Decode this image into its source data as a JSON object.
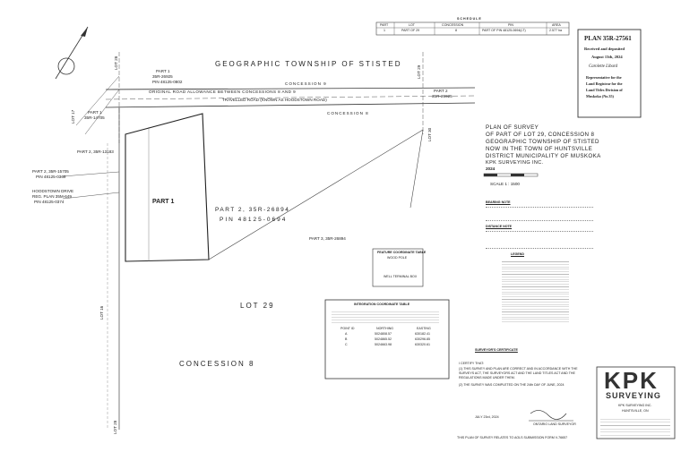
{
  "schedule": {
    "title": "SCHEDULE",
    "headers": [
      "PART",
      "LOT",
      "CONCESSION",
      "PIN",
      "AREA"
    ],
    "row": [
      "1",
      "PART OF 29",
      "8",
      "PART OF PIN 48125-0694(LT)",
      "2.577 ha"
    ]
  },
  "plan_box": {
    "plan_no": "PLAN 35R-27561",
    "received": "Received and deposited",
    "date": "August 13th, 2024",
    "signature": "Carolette Libard",
    "rep1": "Representative for the",
    "rep2": "Land Registrar for the",
    "rep3": "Land Titles Division of",
    "rep4": "Muskoka (No.35)"
  },
  "map": {
    "township": "GEOGRAPHIC   TOWNSHIP   OF   STISTED",
    "concession9": "CONCESSION  9",
    "road_allowance": "ORIGINAL    ROAD    ALLOWANCE    BETWEEN    CONCESSIONS    8    AND    9",
    "travelled_road": "TRAVELLED ROAD (KNOWN AS HOODSTOWN ROAD)",
    "concession8_top": "CONCESSION  8",
    "part1_ref": "PART 1",
    "part1_ref_plan": "35R-26925",
    "part1_ref_pin": "PIN 48125-0802",
    "part1_left": "PART 1",
    "part1_left_plan": "35R-14705",
    "part2_left": "PART 2, 35R-13183",
    "part2_15705": "PART 2, 35R-15705",
    "part2_15705_pin": "PIN 48125-0369",
    "hoodstown_drive": "HOODSTOWN DRIVE",
    "reg_plan": "REG. PLAN 35M-649",
    "reg_plan_pin": "PIN 48125-0374",
    "part1_main": "PART 1",
    "part2_26894": "PART  2,  35R-26894",
    "pin_26894": "PIN  48125-0694",
    "part3_26894": "PART 3, 35R-26894",
    "part2_right": "PART 2",
    "part2_right_plan": "35R-26925",
    "lot29_big": "LOT   29",
    "concession8_big": "CONCESSION        8",
    "lot28_top": "LOT 28",
    "lot29_top": "LOT 29",
    "lot30_top": "LOT 30",
    "lot28_bottom": "LOT 28",
    "lot17": "LOT 17",
    "lot16": "LOT 16"
  },
  "title_block": {
    "line1": "PLAN OF SURVEY",
    "line2": "OF PART OF LOT 29, CONCESSION 8",
    "line3": "GEOGRAPHIC TOWNSHIP OF STISTED",
    "line4": "NOW IN THE TOWN OF HUNTSVILLE",
    "line5": "DISTRICT MUNICIPALITY OF MUSKOKA",
    "line6": "KPK SURVEYING INC.",
    "year": "2024",
    "scale": "SCALE 1 : 1500"
  },
  "notes": {
    "bearing_note": "BEARING NOTE",
    "distance_note": "DISTANCE NOTE",
    "legend": "LEGEND"
  },
  "feature_table": {
    "title": "FEATURE COORDINATE TABLE",
    "sub": "WOOD POLE",
    "well": "WELL TERMINAL BOX"
  },
  "integration_table": {
    "title": "INTEGRATION COORDINATE TABLE",
    "headers": [
      "POINT ID",
      "NORTHING",
      "EASTING"
    ],
    "rows": [
      [
        "A",
        "5024808.57",
        "630182.41"
      ],
      [
        "B",
        "5024865.52",
        "630296.85"
      ],
      [
        "C",
        "5024663.98",
        "630320.61"
      ]
    ]
  },
  "surveyor": {
    "cert_title": "SURVEYOR'S CERTIFICATE",
    "cert1": "I CERTIFY THAT:",
    "cert2": "(1) THIS SURVEY AND PLAN ARE CORRECT AND IN ACCORDANCE WITH THE",
    "cert3": "SURVEYS ACT, THE SURVEYORS ACT AND THE LAND TITLES ACT AND THE",
    "cert4": "REGULATIONS MADE UNDER THEM.",
    "cert5": "(2) THE SURVEY WAS COMPLETED ON THE 24th DAY OF JUNE, 2024",
    "date_signed": "JULY 23rd, 2024",
    "title": "ONTARIO LAND SURVEYOR"
  },
  "kpk": {
    "logo_top": "KPK",
    "logo_bottom": "SURVEYING",
    "addr1": "KPK SURVEYING INC.",
    "addr2": "HUNTSVILLE, ON"
  },
  "footer_note": "THIS PLAN OF SURVEY RELATES TO AOLS SUBMISSION FORM V-76657"
}
